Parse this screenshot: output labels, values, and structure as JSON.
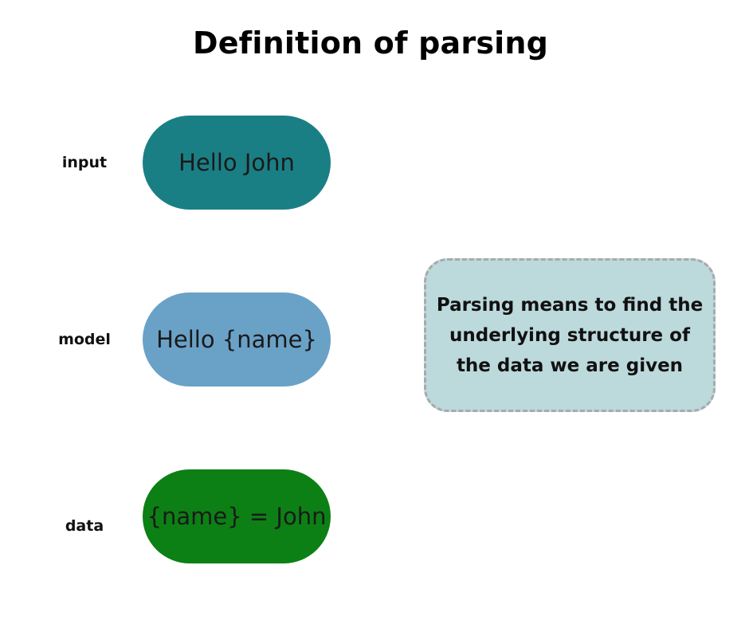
{
  "title": "Definition of parsing",
  "rows": [
    {
      "label": "input",
      "value": "Hello John",
      "color": "#1a7f85"
    },
    {
      "label": "model",
      "value": "Hello {name}",
      "color": "#6aa1c7"
    },
    {
      "label": "data",
      "value": "{name} = John",
      "color": "#0c8014"
    }
  ],
  "note": {
    "text": "Parsing means to find the underlying structure of the data we are given",
    "background": "#bcd9dc"
  }
}
